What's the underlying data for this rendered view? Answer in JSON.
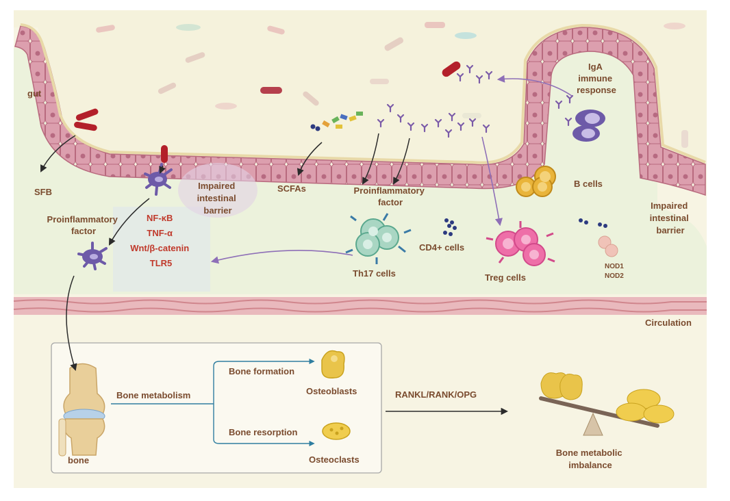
{
  "labels": {
    "gut": "gut",
    "sfb": "SFB",
    "impaired_barrier_1": [
      "Impaired",
      "intestinal",
      "barrier"
    ],
    "scfas": "SCFAs",
    "proinflammatory_top": [
      "Proinflammatory",
      "factor"
    ],
    "iga": [
      "IgA",
      "immune",
      "response"
    ],
    "b_cells": "B cells",
    "impaired_barrier_2": [
      "Impaired",
      "intestinal",
      "barrier"
    ],
    "proinflammatory_left": [
      "Proinflammatory",
      "factor"
    ],
    "signaling": [
      "NF-κB",
      "TNF-α",
      "Wnt/β-catenin",
      "TLR5"
    ],
    "cd4": "CD4+ cells",
    "th17": "Th17 cells",
    "treg": "Treg cells",
    "nod": [
      "NOD1",
      "NOD2"
    ],
    "circulation": "Circulation",
    "bone": "bone",
    "bone_metabolism": "Bone metabolism",
    "bone_formation": "Bone formation",
    "osteoblasts": "Osteoblasts",
    "bone_resorption": "Bone resorption",
    "osteoclasts": "Osteoclasts",
    "rankl": "RANKL/RANK/OPG",
    "imbalance": [
      "Bone metabolic",
      "imbalance"
    ]
  },
  "colors": {
    "background": "#f7f4e3",
    "lumen": "#f5f2dc",
    "epithelium": "#d99aa8",
    "epithelium_edge": "#b86a7e",
    "mucosa": "#ecf2dc",
    "circulation": "#e9b9bd",
    "label": "#7a4b2e",
    "signal_red": "#c0392b",
    "arrow_dark": "#2b2b2b",
    "arrow_purple": "#8e6fb7",
    "branch_blue": "#2f7ea0"
  }
}
